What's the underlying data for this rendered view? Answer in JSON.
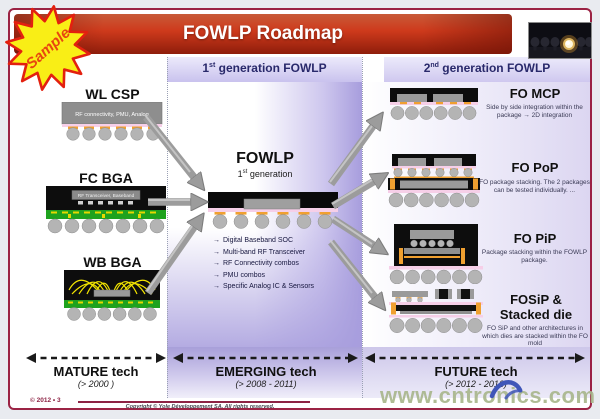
{
  "title_bar": {
    "title": "FOWLP Roadmap"
  },
  "badge": {
    "label": "Sample"
  },
  "gen_headers": {
    "first": {
      "num": "1",
      "sup": "st",
      "rest": " generation FOWLP"
    },
    "second": {
      "num": "2",
      "sup": "nd",
      "rest": " generation FOWLP"
    }
  },
  "left_items": [
    {
      "label": "WL CSP",
      "chip_text": "RF connectivity, PMU, Analog"
    },
    {
      "label": "FC BGA",
      "chip_text": "RF Transceiver, Baseband"
    },
    {
      "label": "WB BGA"
    }
  ],
  "center": {
    "title": "FOWLP",
    "subtitle": {
      "num": "1",
      "sup": "st",
      "rest": " generation"
    },
    "bullet_prefix": "→",
    "bullets": [
      "Digital Baseband SOC",
      "Multi-band RF Transceiver",
      "RF Connectivity combos",
      "PMU combos",
      "Specific Analog IC & Sensors"
    ]
  },
  "right_items": [
    {
      "label": "FO MCP",
      "desc": "Side by side integration within the package → 2D integration"
    },
    {
      "label": "FO PoP",
      "desc": "FO package stacking. The 2 packages can be tested individually. ..."
    },
    {
      "label": "FO PiP",
      "desc": "Package stacking within the FOWLP package."
    },
    {
      "label": "FOSiP & Stacked die",
      "desc": "FO SiP and other architectures in which dies are stacked within the FO mold"
    }
  ],
  "timeline": [
    {
      "label": "MATURE tech",
      "range": "(> 2000 )"
    },
    {
      "label": "EMERGING tech",
      "range": "(> 2008 - 2011)"
    },
    {
      "label": "FUTURE tech",
      "range": "(> 2012 - 2016)"
    }
  ],
  "footer": {
    "page_ref": "© 2012 • 3",
    "copyright": "Copyright © Yole Développement SA. All rights reserved.",
    "watermark": "www.cntronics.com"
  },
  "colors": {
    "title_red": "#c43a1c",
    "border_maroon": "#9b2344",
    "header_navy": "#29296b",
    "purple_band": "#b7aee3",
    "substrate_green": "#1ea21e",
    "pad_orange": "#f0a030",
    "rdl_pink": "#f6cfe8",
    "ball_gray": "#b4b4b4",
    "watermark_green": "#a9b78d"
  }
}
